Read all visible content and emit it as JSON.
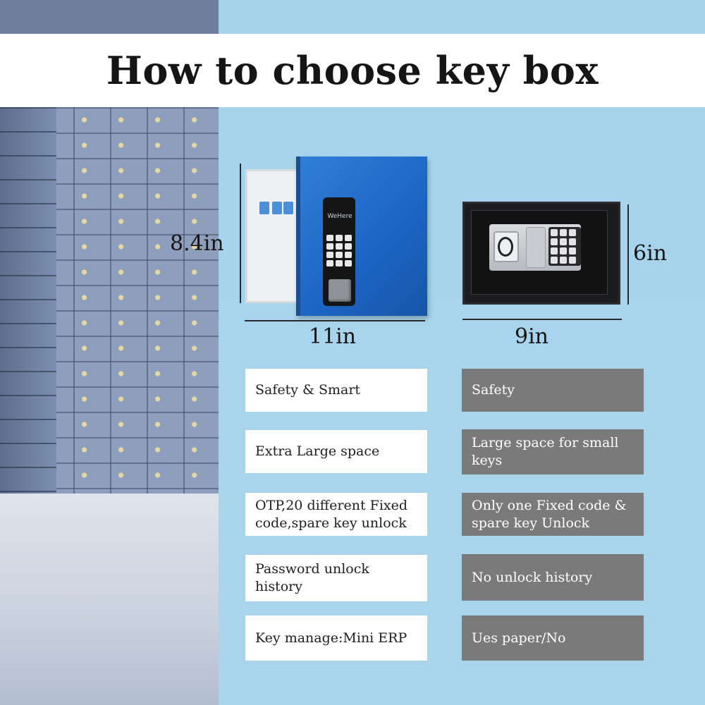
{
  "title": "How to choose key box",
  "key_box": {
    "brand": "WeHere",
    "height": "8.4in",
    "width": "11in"
  },
  "safe": {
    "height": "6in",
    "width": "9in"
  },
  "comparison": {
    "key_box_features": [
      "Safety & Smart",
      "Extra Large space",
      "OTP,20 different Fixed code,spare key unlock",
      "Password unlock history",
      "Key manage:Mini ERP"
    ],
    "safe_features": [
      "Safety",
      "Large space for small keys",
      "Only one Fixed code & spare key Unlock",
      "No unlock history",
      "Ues paper/No"
    ]
  }
}
